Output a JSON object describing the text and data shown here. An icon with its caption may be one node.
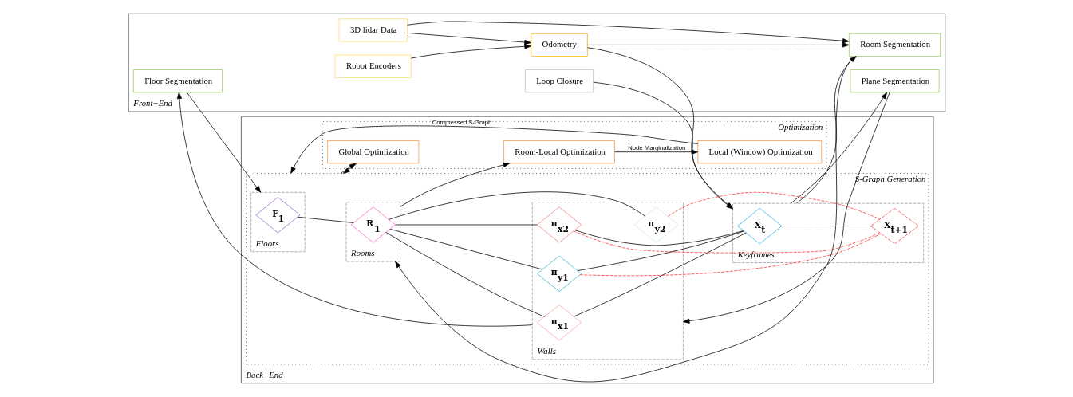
{
  "diagram": {
    "nodes": [
      {
        "text": [
          "Front−End"
        ]
      },
      {
        "text": [
          "Floor Segmentation"
        ],
        "in": 0
      },
      {
        "text": [
          "3D lidar Data"
        ],
        "in": 0
      },
      {
        "text": [
          "Room Segmentation"
        ],
        "in": 0
      },
      {
        "text": [
          "Odometry"
        ],
        "in": 0
      },
      {
        "text": [
          "Plane Segmentation"
        ],
        "in": 0
      },
      {
        "text": [
          "Robot Encoders"
        ],
        "in": 0
      },
      {
        "text": [
          "Loop Closure"
        ],
        "in": 0
      },
      {
        "text": [
          "Back−End"
        ]
      },
      {
        "text": [
          "S-Graph Generation"
        ],
        "in": 8
      },
      {
        "text": [
          "Floors"
        ],
        "in": 9
      },
      {
        "text": [
          "F$_{1}$"
        ],
        "in": 10
      },
      {
        "text": [
          "Rooms"
        ],
        "in": 9
      },
      {
        "text": [
          "R$_{1}$"
        ],
        "in": 12
      },
      {
        "text": [
          "Walls"
        ],
        "in": 9
      },
      {
        "text": [
          "π$_{x1}$"
        ],
        "in": 14
      },
      {
        "text": [
          "π$_{x2}$"
        ],
        "in": 14
      },
      {
        "text": [
          "π$_{y1}$"
        ],
        "in": 14
      },
      {
        "text": [
          "π$_{y2}$"
        ],
        "in": 14
      },
      {
        "text": [
          "Keyframes"
        ],
        "in": 9
      },
      {
        "text": [
          "X$_{t}$"
        ],
        "in": 19
      },
      {
        "text": [
          "X$_{t+1}$"
        ],
        "in": 19
      },
      {
        "text": [
          "Optimization"
        ],
        "in": 8
      },
      {
        "text": [
          "Room-Local Optimization"
        ],
        "in": 22
      },
      {
        "text": [
          "Local (Window) Optimization"
        ],
        "in": 22
      },
      {
        "text": [
          "Global Optimization"
        ],
        "in": 22
      }
    ],
    "edges": [
      {
        "from": 2,
        "to": 4,
        "arrow": "to"
      },
      {
        "from": 6,
        "to": 4,
        "arrow": "to"
      },
      {
        "from": 2,
        "to": 3,
        "arrow": "to"
      },
      {
        "from": 4,
        "to": 3,
        "arrow": "to"
      },
      {
        "from": 4,
        "to": 19,
        "arrow": "to"
      },
      {
        "from": 1,
        "to": 10,
        "arrow": "to"
      },
      {
        "from": 14,
        "to": 1,
        "arrow": "to"
      },
      {
        "from": 3,
        "to": 12,
        "arrow": "to"
      },
      {
        "from": 19,
        "to": 3,
        "arrow": "to"
      },
      {
        "from": 5,
        "to": 14,
        "arrow": "to"
      },
      {
        "from": 19,
        "to": 5,
        "arrow": "to"
      },
      {
        "from": 7,
        "to": 19,
        "arrow": "to"
      },
      {
        "from": 11,
        "to": 13,
        "arrow": "none"
      },
      {
        "from": 13,
        "to": 15,
        "arrow": "none"
      },
      {
        "from": 13,
        "to": 16,
        "arrow": "none"
      },
      {
        "from": 13,
        "to": 17,
        "arrow": "none"
      },
      {
        "from": 13,
        "to": 18,
        "arrow": "none"
      },
      {
        "from": 15,
        "to": 20,
        "arrow": "none"
      },
      {
        "from": 16,
        "to": 20,
        "arrow": "none"
      },
      {
        "from": 17,
        "to": 20,
        "arrow": "none"
      },
      {
        "from": 16,
        "to": 21,
        "arrow": "none",
        "style": "dashed",
        "color": "#ff3333"
      },
      {
        "from": 17,
        "to": 21,
        "arrow": "none",
        "style": "dashed",
        "color": "#ff3333"
      },
      {
        "from": 18,
        "to": 21,
        "arrow": "none",
        "style": "dashed",
        "color": "#ff3333"
      },
      {
        "from": 20,
        "to": 21,
        "arrow": "none"
      },
      {
        "from": 12,
        "to": 23,
        "arrow": "to"
      },
      {
        "from": 23,
        "to": 24,
        "label": "Node Marginalization",
        "arrow": "to"
      },
      {
        "from": 24,
        "to": 9,
        "label": "Compressed S-Graph",
        "arrow": "to"
      },
      {
        "from": 9,
        "to": 25,
        "arrow": "to"
      },
      {
        "from": 25,
        "to": 9,
        "arrow": "to"
      }
    ]
  }
}
